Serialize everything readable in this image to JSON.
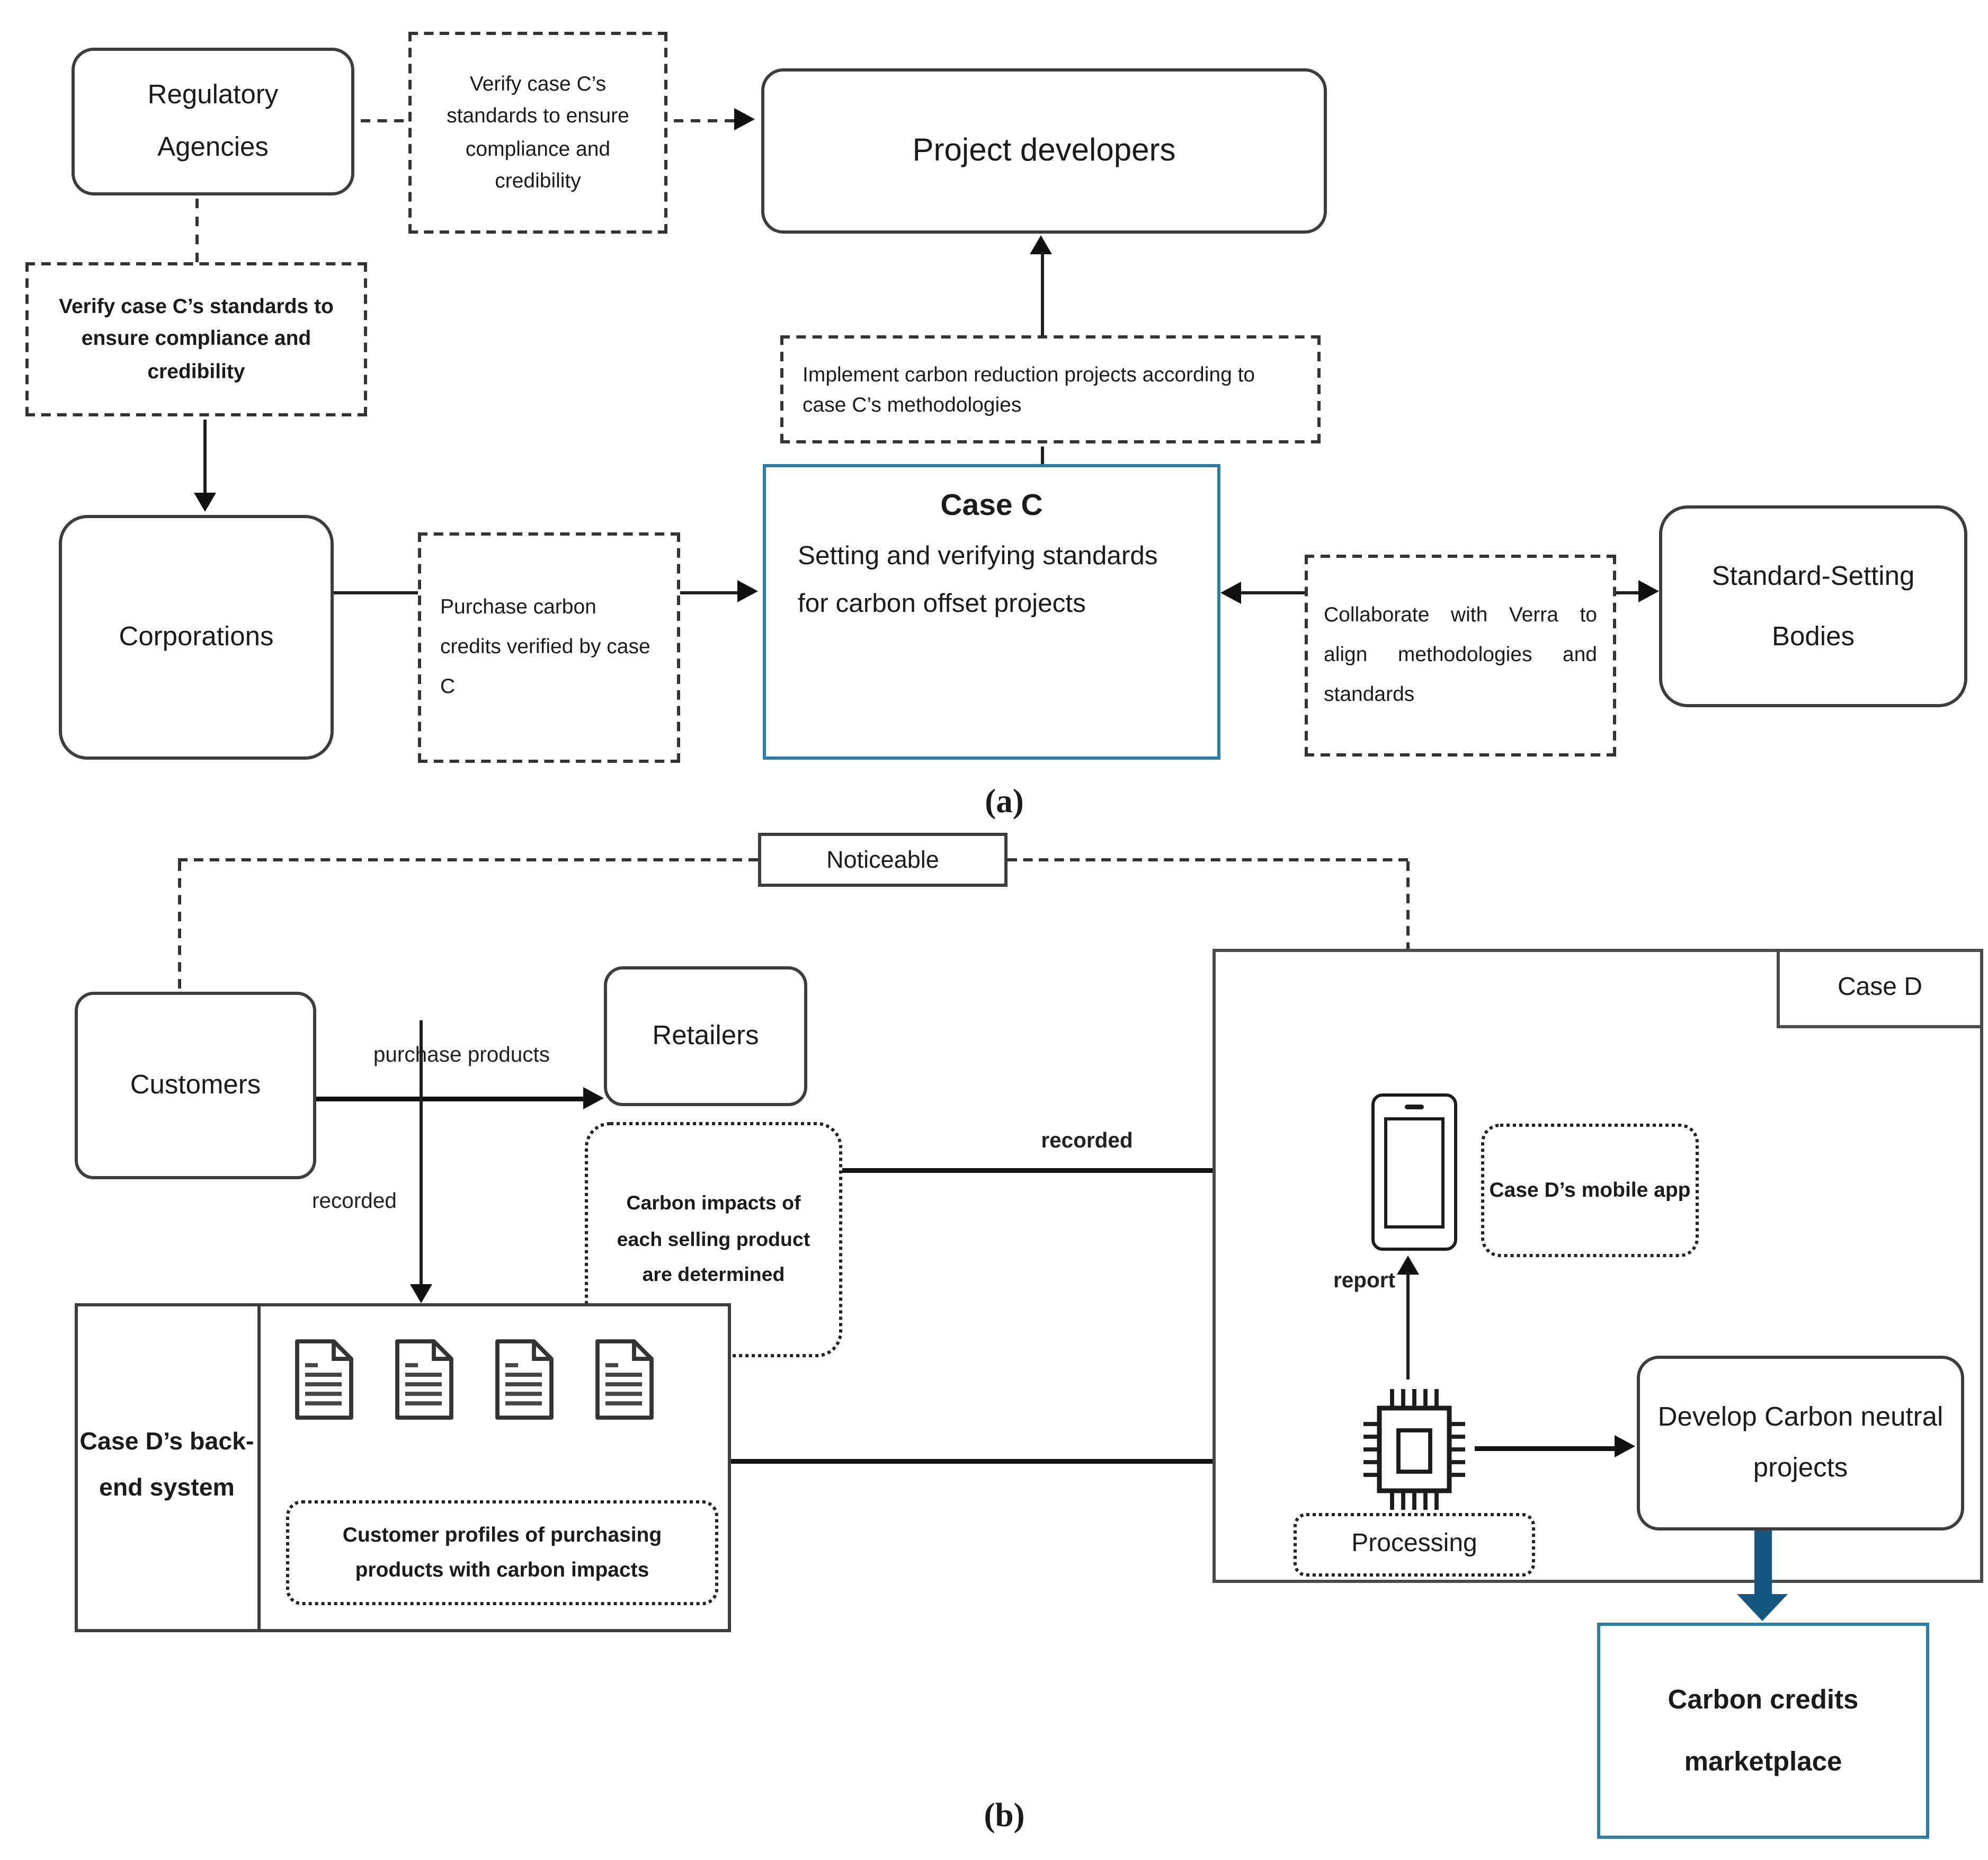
{
  "a": {
    "label": "(a)",
    "nodes": {
      "regulatory_agencies": "Regulatory Agencies",
      "verify_standards_top": "Verify case C’s standards to ensure compliance and credibility",
      "project_developers": "Project developers",
      "implement_projects": "Implement carbon reduction projects according to case C’s methodologies",
      "verify_standards_left": "Verify case C’s standards to ensure compliance and credibility",
      "corporations": "Corporations",
      "purchase_credits": "Purchase carbon credits verified by case C",
      "case_c_title": "Case C",
      "case_c_body": "Setting and verifying standards for carbon offset projects",
      "collaborate_verra": "Collaborate with Verra to align methodologies and standards",
      "standard_setting_bodies": "Standard-Setting Bodies"
    }
  },
  "b": {
    "label": "(b)",
    "nodes": {
      "noticeable": "Noticeable",
      "customers": "Customers",
      "retailers": "Retailers",
      "carbon_impacts": "Carbon impacts of each selling product are determined",
      "backend_system": "Case D’s back-end system",
      "customer_profiles": "Customer profiles of purchasing products with carbon impacts",
      "case_d": "Case D",
      "mobile_app": "Case D’s mobile app",
      "processing": "Processing",
      "develop_projects": "Develop Carbon neutral projects",
      "marketplace": "Carbon credits marketplace"
    },
    "edge_labels": {
      "purchase_products": "purchase products",
      "recorded_customers": "recorded",
      "recorded_retailers": "recorded",
      "report": "report"
    }
  },
  "colors": {
    "highlight_box_border": "#2E7DA6",
    "marketplace_arrow": "#17567F",
    "line": "#1e1e1e"
  }
}
